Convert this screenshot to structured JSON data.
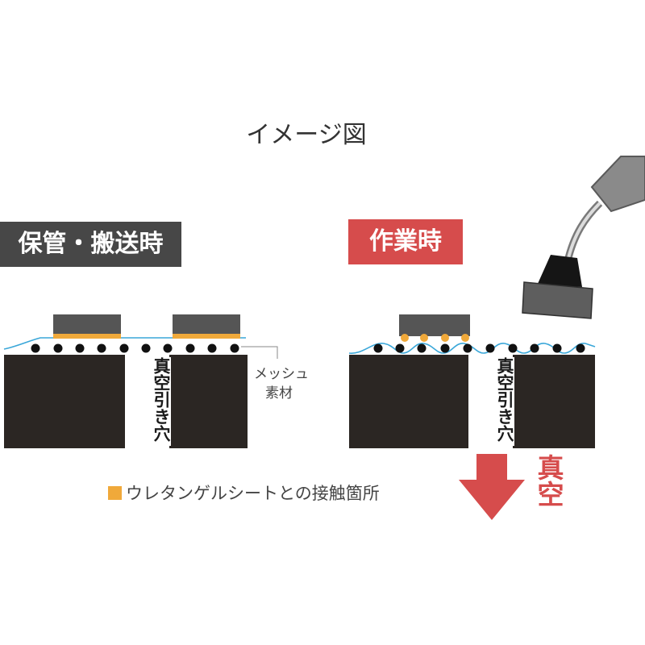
{
  "title": "イメージ図",
  "states": {
    "storage": {
      "label": "保管・搬送時"
    },
    "work": {
      "label": "作業時"
    }
  },
  "hole_label": "真空引き穴",
  "mesh_label": [
    "メッシュ",
    "素材"
  ],
  "legend": {
    "label": "ウレタンゲルシートとの接触箇所",
    "color": "#f0a93a"
  },
  "vacuum_label": "真空",
  "colors": {
    "block": "#2b2623",
    "part": "#555555",
    "contact": "#f0a93a",
    "sheet": "#3aa7d9",
    "work_accent": "#d64c4c",
    "storage_accent": "#474747"
  },
  "icons": [
    "vacuum-tool-icon",
    "down-arrow-icon"
  ]
}
